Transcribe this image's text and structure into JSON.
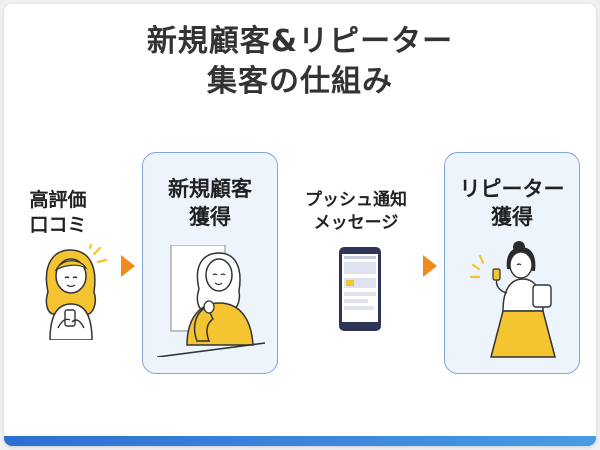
{
  "title": {
    "line1": "新規顧客&リピーター",
    "line2": "集客の仕組み"
  },
  "steps": {
    "review": {
      "line1": "高評価",
      "line2": "口コミ"
    },
    "new_customer": {
      "line1": "新規顧客",
      "line2": "獲得"
    },
    "push": {
      "line1": "プッシュ通知",
      "line2": "メッセージ"
    },
    "repeater": {
      "line1": "リピーター",
      "line2": "獲得"
    }
  },
  "colors": {
    "accent": "#f08a1c",
    "box_border": "#7fa6d9",
    "box_fill": "#eef4fc",
    "person_yellow": "#f4c531",
    "phone_body": "#2f3557",
    "bottom_bar": "#2c6fd1"
  },
  "icons": [
    "woman-phone-icon",
    "woman-poster-icon",
    "smartphone-icon",
    "woman-shopping-icon",
    "arrow-right-icon"
  ]
}
